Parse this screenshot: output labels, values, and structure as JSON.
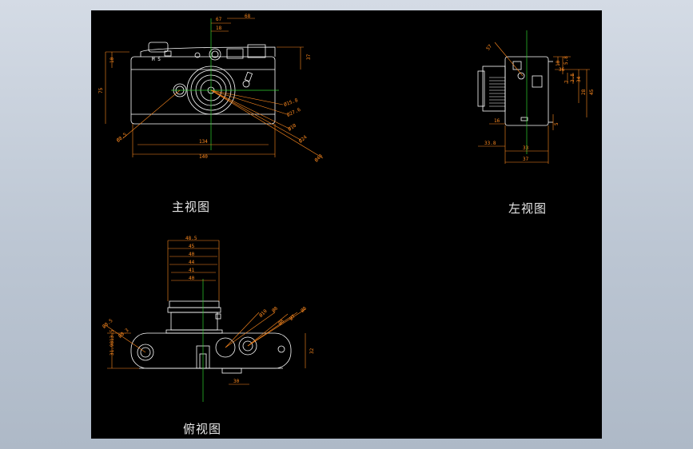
{
  "views": {
    "front": {
      "title": "主视图",
      "label_ms": "M S",
      "dims": [
        "67",
        "68",
        "18",
        "10",
        "75",
        "37",
        "134",
        "140",
        "Ø8.5",
        "Ø15.8",
        "Ø27.6",
        "Ø10",
        "Ø24",
        "Ø48"
      ]
    },
    "left": {
      "title": "左视图",
      "dims": [
        "57",
        "10",
        "5.8",
        "7",
        "3.8",
        "34",
        "36",
        "28",
        "45",
        "16",
        "5",
        "33.8",
        "33",
        "37"
      ]
    },
    "top": {
      "title": "俯视图",
      "dims": [
        "48.5",
        "45",
        "40",
        "44",
        "41",
        "40",
        "Ø8.5",
        "Ø8.3",
        "Ø10",
        "Ø8",
        "Ø8",
        "Ø7",
        "Ø8",
        "31.98",
        "13.5",
        "32",
        "30"
      ]
    }
  },
  "colors": {
    "background": "#000000",
    "outline": "#ffffff",
    "dimension": "#ff8a1f",
    "centerline": "#2fd12f",
    "frame": "#c3ccd8"
  }
}
